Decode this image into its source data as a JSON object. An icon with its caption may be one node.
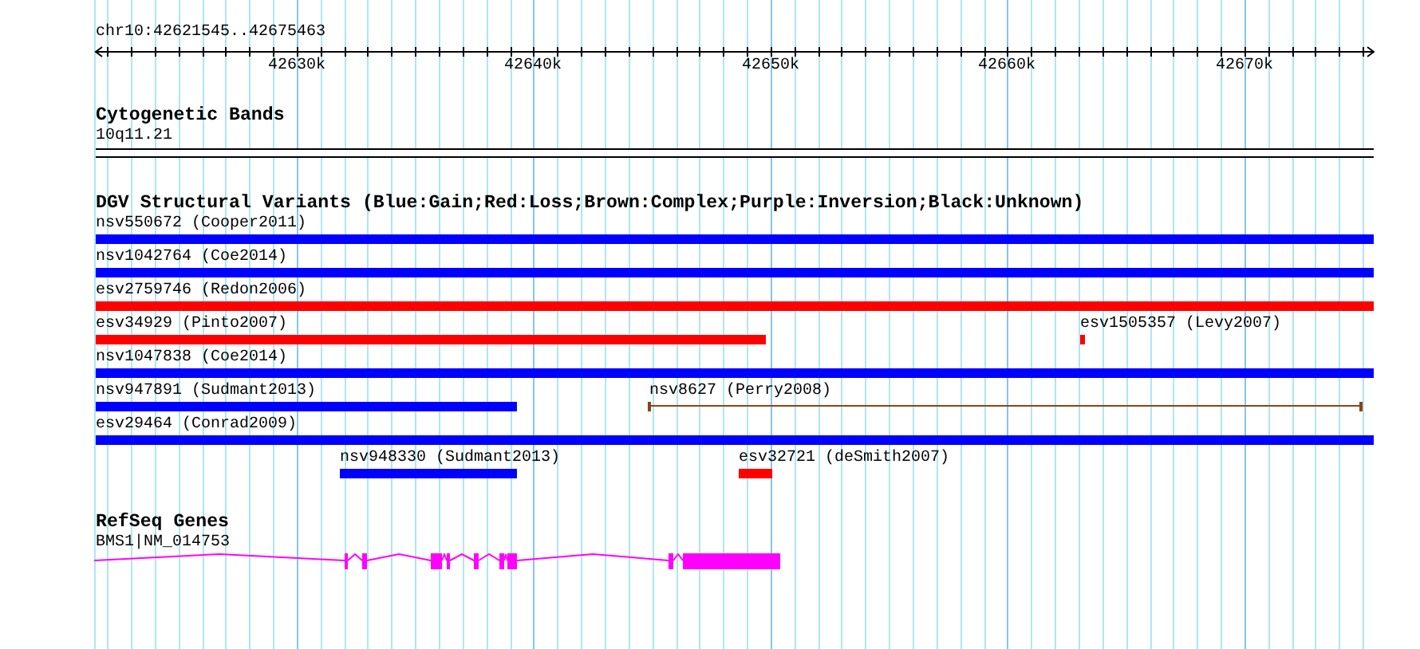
{
  "diagram": {
    "nodes": [
      {
        "text": [
          "10q11.21"
        ]
      },
      {
        "text": [
          "nsv550672 (Cooper2011)"
        ]
      },
      {
        "text": [
          "nsv1042764 (Coe2014)"
        ]
      },
      {
        "text": [
          "esv2759746 (Redon2006)"
        ]
      },
      {
        "text": [
          "esv34929 (Pinto2007)"
        ]
      },
      {
        "text": [
          "esv1505357 (Levy2007)"
        ]
      },
      {
        "text": [
          "nsv1047838 (Coe2014)"
        ]
      },
      {
        "text": [
          "nsv947891 (Sudmant2013)"
        ]
      },
      {
        "text": [
          "nsv8627 (Perry2008)"
        ]
      },
      {
        "text": [
          "esv29464 (Conrad2009)"
        ]
      },
      {
        "text": [
          "nsv948330 (Sudmant2013)"
        ]
      },
      {
        "text": [
          "esv32721 (deSmith2007)"
        ]
      },
      {
        "text": [
          "BMS1|NM_014753"
        ]
      }
    ],
    "labels": [
      "chr10:42621545..42675463",
      "42630k",
      "42640k",
      "42650k",
      "42660k",
      "42670k",
      "Cytogenetic Bands",
      "DGV Structural Variants (Blue:Gain;Red:Loss;Brown:Complex;Purple:Inversion;Black:Unknown)",
      "RefSeq Genes"
    ]
  }
}
